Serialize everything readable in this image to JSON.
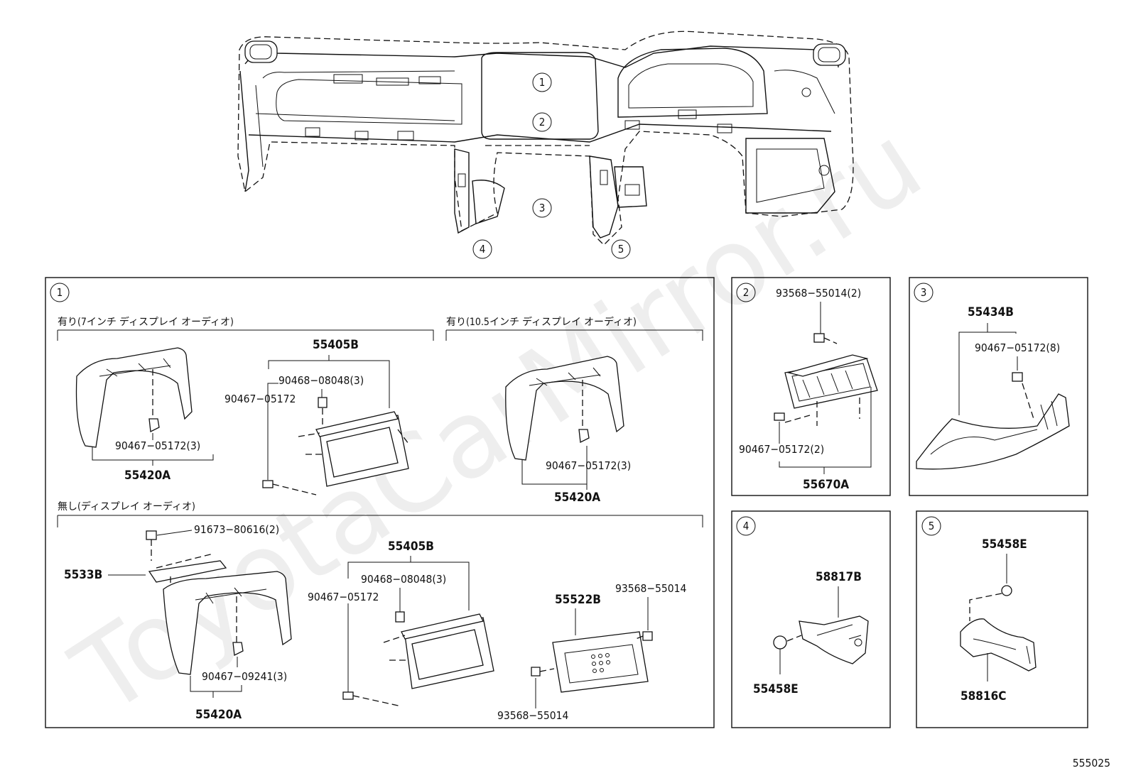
{
  "watermark": "ToyotaCarMirror.ru",
  "figure_code": "555025",
  "overview": {
    "callouts": [
      "1",
      "2",
      "3",
      "4",
      "5"
    ]
  },
  "panel1": {
    "index": "1",
    "variant_7in": "有り(7インチ ディスプレイ オーディオ)",
    "variant_10in": "有り(10.5インチ ディスプレイ オーディオ)",
    "variant_none": "無し(ディスプレイ オーディオ)",
    "a_55405B": "55405B",
    "a_90468": "90468−08048(3)",
    "a_90467": "90467−05172",
    "a_90467_3": "90467−05172(3)",
    "a_55420A": "55420A",
    "b_90467_3": "90467−05172(3)",
    "b_55420A": "55420A",
    "c_91673": "91673−80616(2)",
    "c_5533B": "5533B",
    "c_90467_09241": "90467−09241(3)",
    "c_55420A": "55420A",
    "d_55405B": "55405B",
    "d_90468": "90468−08048(3)",
    "d_90467": "90467−05172",
    "e_55522B": "55522B",
    "e_93568_top": "93568−55014",
    "e_93568_bottom": "93568−55014"
  },
  "panel2": {
    "index": "2",
    "screw": "93568−55014(2)",
    "clip": "90467−05172(2)",
    "part": "55670A"
  },
  "panel3": {
    "index": "3",
    "part": "55434B",
    "clip": "90467−05172(8)"
  },
  "panel4": {
    "index": "4",
    "part": "58817B",
    "clip": "55458E"
  },
  "panel5": {
    "index": "5",
    "clip": "55458E",
    "part": "58816C"
  }
}
